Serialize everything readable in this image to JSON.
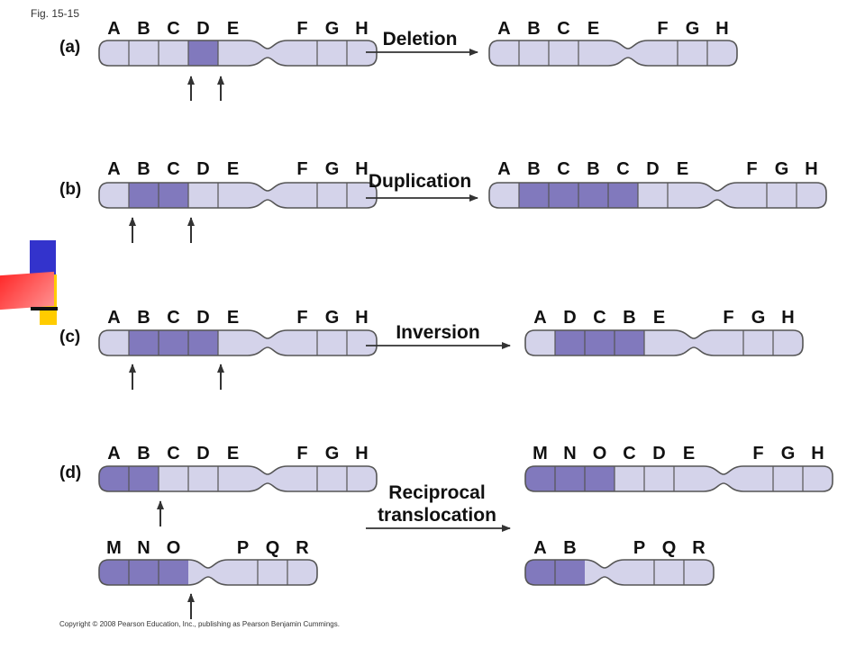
{
  "figure_label": "Fig. 15-15",
  "copyright": "Copyright © 2008 Pearson Education, Inc., publishing as Pearson Benjamin Cummings.",
  "colors": {
    "light": "#d4d3ea",
    "dark": "#8179bd",
    "outline": "#555555",
    "arrow": "#333333"
  },
  "panels": [
    {
      "id": "a",
      "label": "(a)",
      "process": [
        "Deletion"
      ],
      "before": {
        "genes": [
          "A",
          "B",
          "C",
          "D",
          "E",
          "F",
          "G",
          "H"
        ],
        "dark": [
          "D"
        ],
        "break_arrows": 2
      },
      "after": {
        "genes": [
          "A",
          "B",
          "C",
          "E",
          "F",
          "G",
          "H"
        ],
        "dark": []
      }
    },
    {
      "id": "b",
      "label": "(b)",
      "process": [
        "Duplication"
      ],
      "before": {
        "genes": [
          "A",
          "B",
          "C",
          "D",
          "E",
          "F",
          "G",
          "H"
        ],
        "dark": [
          "B",
          "C"
        ],
        "break_arrows": 2
      },
      "after": {
        "genes": [
          "A",
          "B",
          "C",
          "B",
          "C",
          "D",
          "E",
          "F",
          "G",
          "H"
        ],
        "dark": [
          "B",
          "C",
          "B",
          "C"
        ]
      }
    },
    {
      "id": "c",
      "label": "(c)",
      "process": [
        "Inversion"
      ],
      "before": {
        "genes": [
          "A",
          "B",
          "C",
          "D",
          "E",
          "F",
          "G",
          "H"
        ],
        "dark": [
          "B",
          "C",
          "D"
        ],
        "break_arrows": 2
      },
      "after": {
        "genes": [
          "A",
          "D",
          "C",
          "B",
          "E",
          "F",
          "G",
          "H"
        ],
        "dark": [
          "D",
          "C",
          "B"
        ]
      }
    },
    {
      "id": "d",
      "label": "(d)",
      "process": [
        "Reciprocal",
        "translocation"
      ],
      "before": {
        "genes": [
          "A",
          "B",
          "C",
          "D",
          "E",
          "F",
          "G",
          "H"
        ],
        "dark": [
          "A",
          "B"
        ],
        "break_arrows": 1
      },
      "before2": {
        "genes": [
          "M",
          "N",
          "O",
          "P",
          "Q",
          "R"
        ],
        "dark": [
          "M",
          "N",
          "O"
        ],
        "break_arrows": 1
      },
      "after": {
        "genes": [
          "M",
          "N",
          "O",
          "C",
          "D",
          "E",
          "F",
          "G",
          "H"
        ],
        "dark": [
          "M",
          "N",
          "O"
        ]
      },
      "after2": {
        "genes": [
          "A",
          "B",
          "P",
          "Q",
          "R"
        ],
        "dark": [
          "A",
          "B"
        ]
      }
    }
  ]
}
